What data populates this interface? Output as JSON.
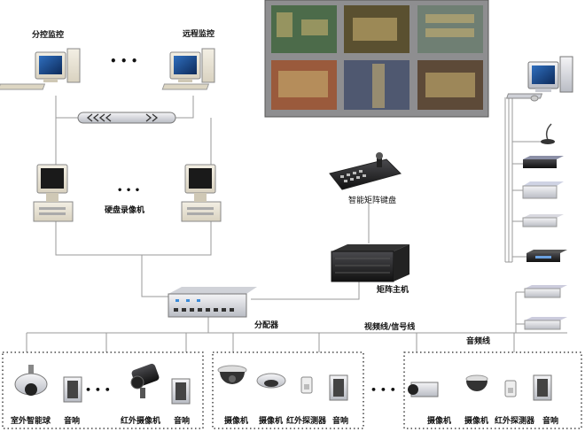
{
  "labels": {
    "branch_monitor": "分控监控",
    "remote_monitor": "远程监控",
    "dvr": "硬盘录像机",
    "matrix_keyboard": "智能矩阵键盘",
    "matrix_host": "矩阵主机",
    "distributor": "分配器",
    "video_signal_line": "视频线/信号线",
    "audio_line": "音频线",
    "outdoor_dome": "室外智能球",
    "speaker": "音响",
    "ir_camera": "红外摄像机",
    "camera": "摄像机",
    "ir_detector": "红外探测器"
  },
  "ellipsis": {
    "top": "• • •",
    "dvr": "• • •",
    "group1": "• • •",
    "group2": "• • •"
  }
}
